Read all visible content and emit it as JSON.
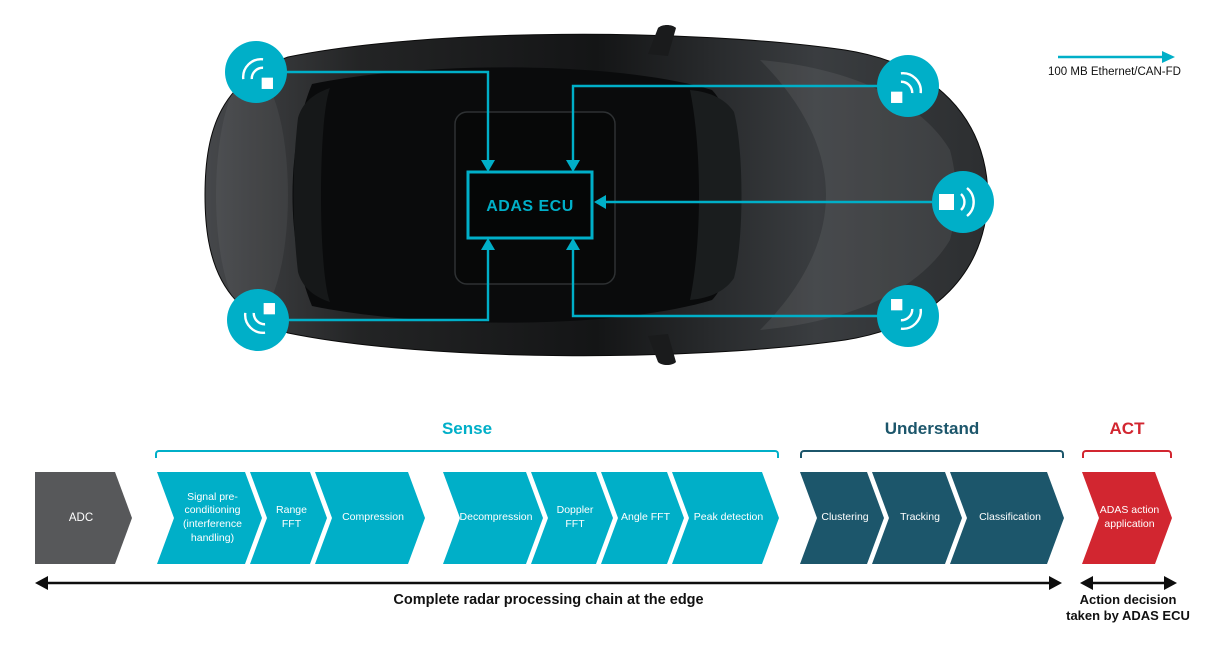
{
  "legend": {
    "label": "100 MB Ethernet/CAN-FD"
  },
  "ecu": {
    "label": "ADAS ECU"
  },
  "sensors": [
    {
      "id": "front-left",
      "icon": "radar-waves-icon"
    },
    {
      "id": "front-right",
      "icon": "radar-waves-icon"
    },
    {
      "id": "side-right",
      "icon": "radar-waves-icon"
    },
    {
      "id": "rear-left",
      "icon": "radar-waves-icon"
    },
    {
      "id": "rear-right",
      "icon": "radar-waves-icon"
    }
  ],
  "sections": [
    {
      "id": "sense",
      "label": "Sense",
      "color": "#00afc8"
    },
    {
      "id": "understand",
      "label": "Understand",
      "color": "#1c566b"
    },
    {
      "id": "act",
      "label": "ACT",
      "color": "#d22630"
    }
  ],
  "chain": {
    "steps": [
      {
        "label": "ADC",
        "group": "input"
      },
      {
        "label": "Signal pre-conditioning (interference handling)",
        "group": "sense"
      },
      {
        "label": "Range FFT",
        "group": "sense"
      },
      {
        "label": "Compression",
        "group": "sense"
      },
      {
        "label": "Decompression",
        "group": "sense"
      },
      {
        "label": "Doppler FFT",
        "group": "sense"
      },
      {
        "label": "Angle FFT",
        "group": "sense"
      },
      {
        "label": "Peak detection",
        "group": "sense"
      },
      {
        "label": "Clustering",
        "group": "understand"
      },
      {
        "label": "Tracking",
        "group": "understand"
      },
      {
        "label": "Classification",
        "group": "understand"
      },
      {
        "label": "ADAS action application",
        "group": "act"
      }
    ]
  },
  "captions": {
    "chain": "Complete radar processing chain at the edge",
    "act": "Action decision taken by ADAS ECU"
  },
  "colors": {
    "teal": "#00afc8",
    "understand": "#1c566b",
    "red": "#d22630",
    "adc_gray": "#57585a",
    "arrow_black": "#0d0d0d"
  }
}
